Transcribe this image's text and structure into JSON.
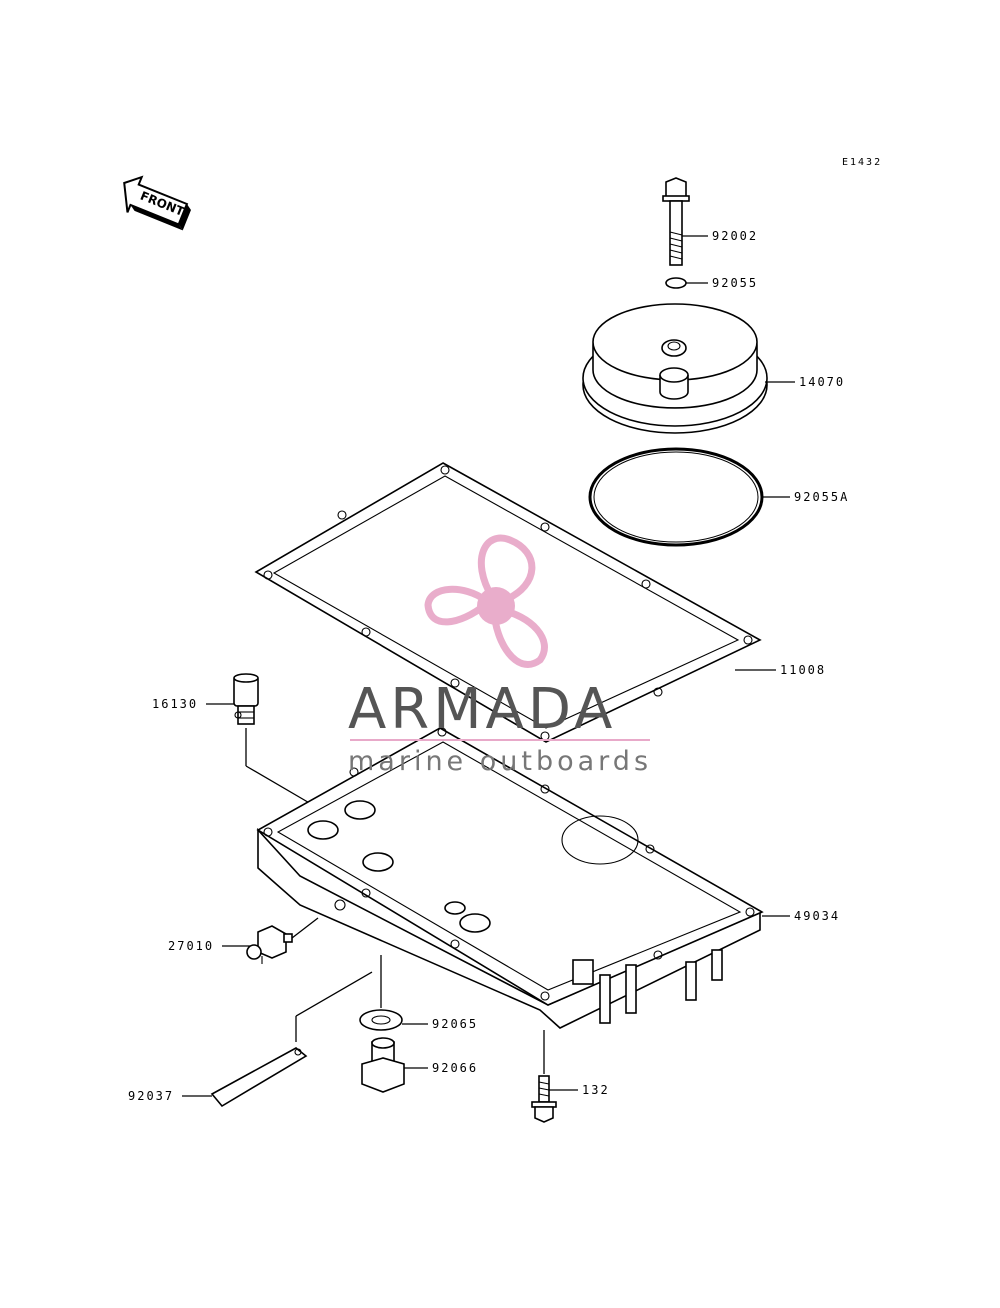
{
  "diagram": {
    "code": "E1432",
    "front_label": "FRONT",
    "parts": [
      {
        "id": "p92002",
        "number": "92002"
      },
      {
        "id": "p92055",
        "number": "92055"
      },
      {
        "id": "p14070",
        "number": "14070"
      },
      {
        "id": "p92055A",
        "number": "92055A"
      },
      {
        "id": "p11008",
        "number": "11008"
      },
      {
        "id": "p16130",
        "number": "16130"
      },
      {
        "id": "p49034",
        "number": "49034"
      },
      {
        "id": "p27010",
        "number": "27010"
      },
      {
        "id": "p92065",
        "number": "92065"
      },
      {
        "id": "p92066",
        "number": "92066"
      },
      {
        "id": "p92037",
        "number": "92037"
      },
      {
        "id": "p132",
        "number": "132"
      }
    ]
  },
  "watermark": {
    "brand": "ARMADA",
    "tagline": "marine outboards",
    "logo_color": "#e8a9c9",
    "text_color": "#555555"
  }
}
